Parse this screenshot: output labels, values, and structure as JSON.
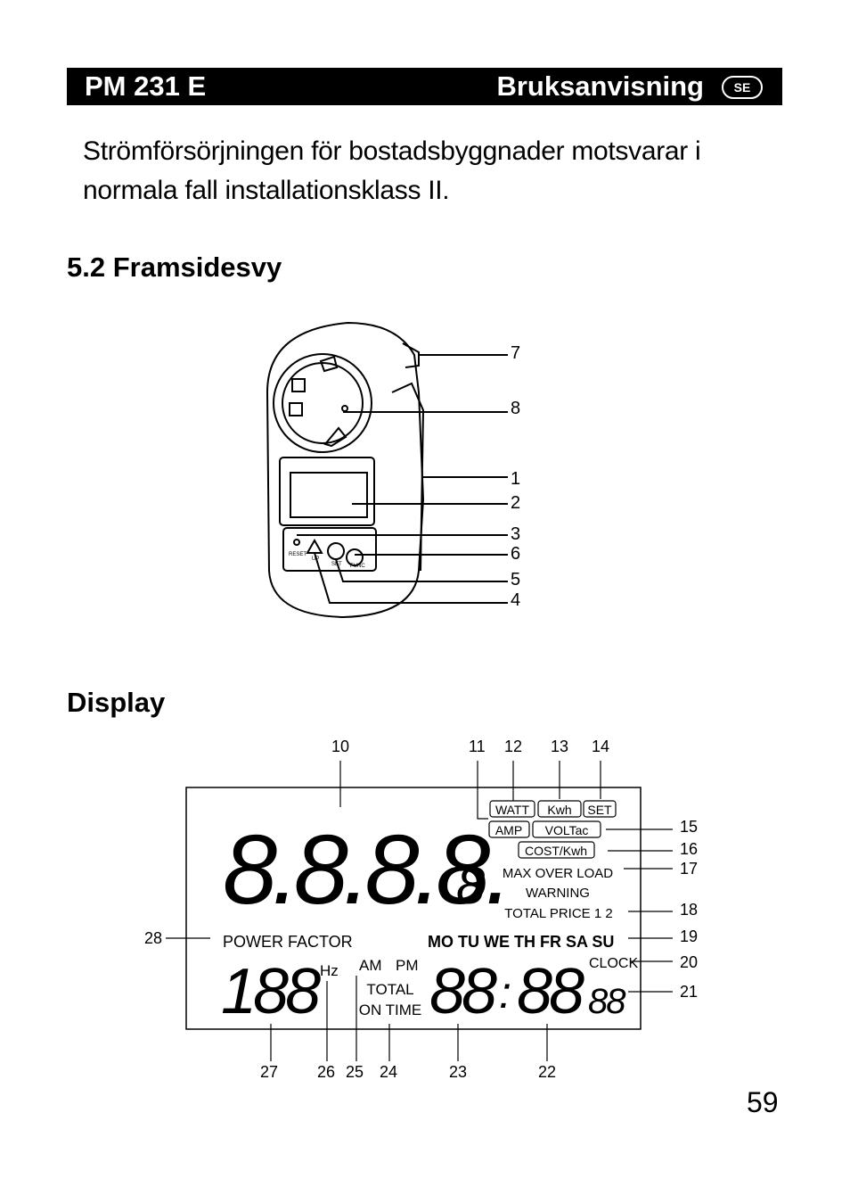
{
  "header": {
    "model": "PM 231 E",
    "title": "Bruksanvisning",
    "lang": "SE"
  },
  "intro_text": "Strömförsörjningen för bostadsbyggnader motsvarar i normala fall installationsklass II.",
  "section_front": {
    "heading": "5.2 Framsidesvy"
  },
  "section_display": {
    "heading": "Display"
  },
  "front_callouts": [
    "7",
    "8",
    "1",
    "2",
    "3",
    "6",
    "5",
    "4"
  ],
  "device_buttons": [
    "RESET",
    "UP",
    "SET",
    "FUNC"
  ],
  "display_callouts": [
    "10",
    "11",
    "12",
    "13",
    "14",
    "15",
    "16",
    "17",
    "18",
    "19",
    "20",
    "21",
    "22",
    "23",
    "24",
    "25",
    "26",
    "27",
    "28"
  ],
  "lcd": {
    "main_digits": "8.8.8.8.",
    "small_digit": "8",
    "watt": "WATT",
    "kwh": "Kwh",
    "set": "SET",
    "amp": "AMP",
    "voltac": "VOLTac",
    "cost": "COST/Kwh",
    "max_over_load": "MAX OVER LOAD",
    "warning": "WARNING",
    "total_price": "TOTAL PRICE 1 2",
    "power_factor": "POWER FACTOR",
    "days": "MO TU WE TH FR SA SU",
    "pf_digits": "188",
    "hz": "Hz",
    "am": "AM",
    "pm": "PM",
    "total": "TOTAL",
    "on_time": "ON TIME",
    "clock_digits_left": "88",
    "clock_colon": ":",
    "clock_digits_right": "88",
    "clock": "CLOCK",
    "seconds_digits": "88"
  },
  "page_number": "59"
}
